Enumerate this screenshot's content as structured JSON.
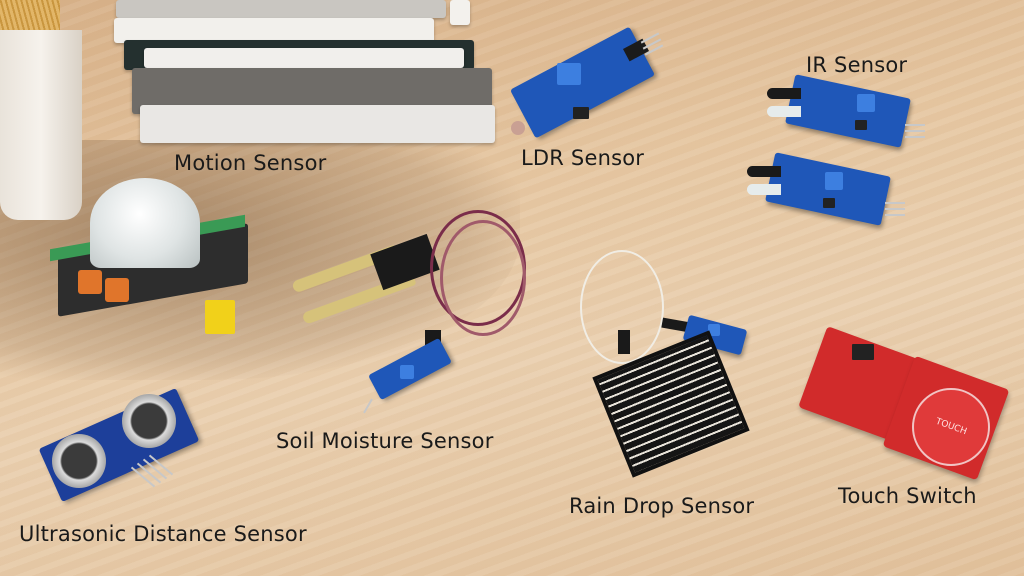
{
  "image": {
    "description": "Assorted Arduino-style sensor modules on a wooden desk, each with a text label",
    "background": "light wood tabletop with books and a marble vase in the upper left"
  },
  "labels": {
    "motion": "Motion Sensor",
    "ldr": "LDR Sensor",
    "ir": "IR Sensor",
    "soil": "Soil Moisture Sensor",
    "ultrasonic": "Ultrasonic Distance Sensor",
    "rain": "Rain Drop Sensor",
    "touch": "Touch Switch"
  },
  "printed_text": {
    "touch_pad": "TOUCH"
  },
  "colors": {
    "label_text": "#1a1a1a",
    "wood": "#e6c7a2",
    "pcb_blue": "#1f57b8",
    "pcb_red": "#d12b2b",
    "pir_green": "#3a9a55"
  }
}
